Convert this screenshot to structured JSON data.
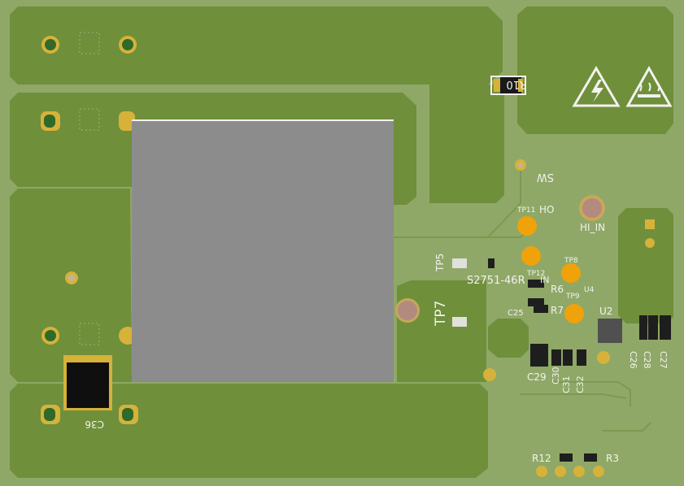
{
  "board": {
    "silkscreen_labels": {
      "r10": "R10",
      "sw": "SW",
      "ho": "HO",
      "tp11": "TP11",
      "hi_in": "HI_IN",
      "tp5": "TP5",
      "tp8": "TP8",
      "tp12": "TP12",
      "part": "S2751-46R",
      "in": "IN",
      "r6": "R6",
      "u4": "U4",
      "tp9": "TP9",
      "tp7": "TP7",
      "c25": "C25",
      "r7": "R7",
      "u2": "U2",
      "c26": "C26",
      "c28": "C28",
      "c27": "C27",
      "c29": "C29",
      "c31": "C31",
      "c32": "C32",
      "c30": "C30",
      "c36": "C36",
      "r12": "R12",
      "r3": "R3"
    },
    "icons": [
      "high-voltage-warning-icon",
      "hot-surface-warning-icon"
    ],
    "colors": {
      "board": "#8fa867",
      "copper_pour": "#6f8f3b",
      "silkscreen": "#f2f2ee",
      "pad_gold": "#d6b23a",
      "test_point": "#f0a20a",
      "heatsink": "#8c8c8c"
    }
  }
}
